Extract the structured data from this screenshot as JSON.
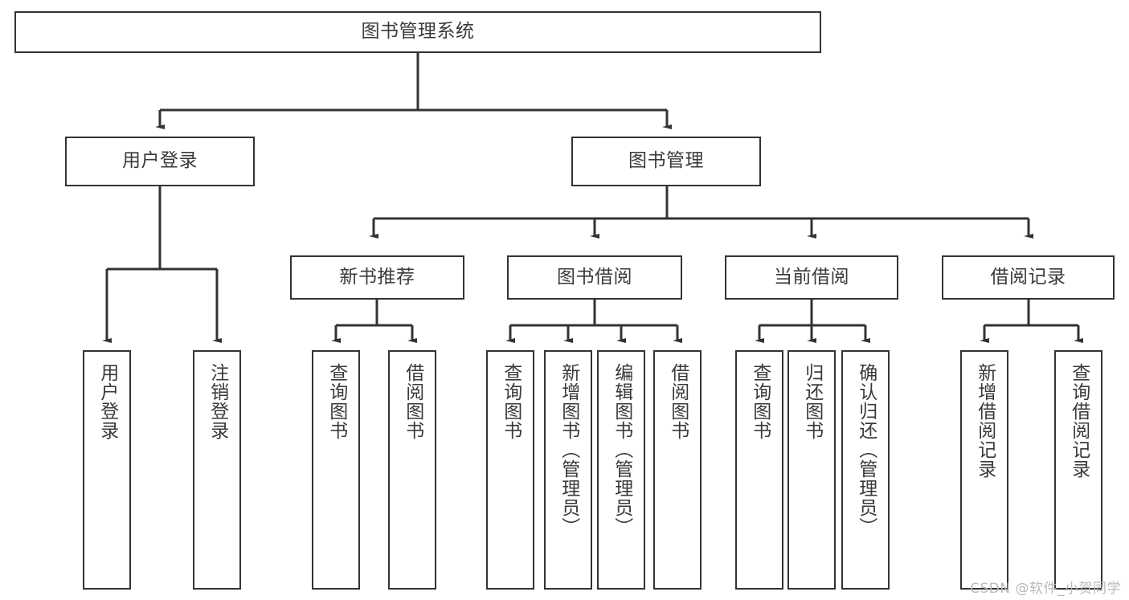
{
  "diagram": {
    "title": "图书管理系统",
    "watermark": "CSDN @软件_小贺同学",
    "line_color": "#333333",
    "box_border_color": "#333333",
    "box_fill_color": "#ffffff",
    "text_color": "#3a3a3a",
    "background": "#ffffff",
    "root": {
      "label": "图书管理系统"
    },
    "level2": [
      {
        "label": "用户登录"
      },
      {
        "label": "图书管理"
      }
    ],
    "level3": [
      {
        "label": "新书推荐"
      },
      {
        "label": "图书借阅"
      },
      {
        "label": "当前借阅"
      },
      {
        "label": "借阅记录"
      }
    ],
    "leaves": {
      "user_login": [
        {
          "label": "用户登录"
        },
        {
          "label": "注销登录"
        }
      ],
      "new_book_recommend": [
        {
          "label": "查询图书"
        },
        {
          "label": "借阅图书"
        }
      ],
      "book_borrow": [
        {
          "label": "查询图书"
        },
        {
          "label": "新增图书（管理员）"
        },
        {
          "label": "编辑图书（管理员）"
        },
        {
          "label": "借阅图书"
        }
      ],
      "current_borrow": [
        {
          "label": "查询图书"
        },
        {
          "label": "归还图书"
        },
        {
          "label": "确认归还（管理员）"
        }
      ],
      "borrow_record": [
        {
          "label": "新增借阅记录"
        },
        {
          "label": "查询借阅记录"
        }
      ]
    }
  }
}
